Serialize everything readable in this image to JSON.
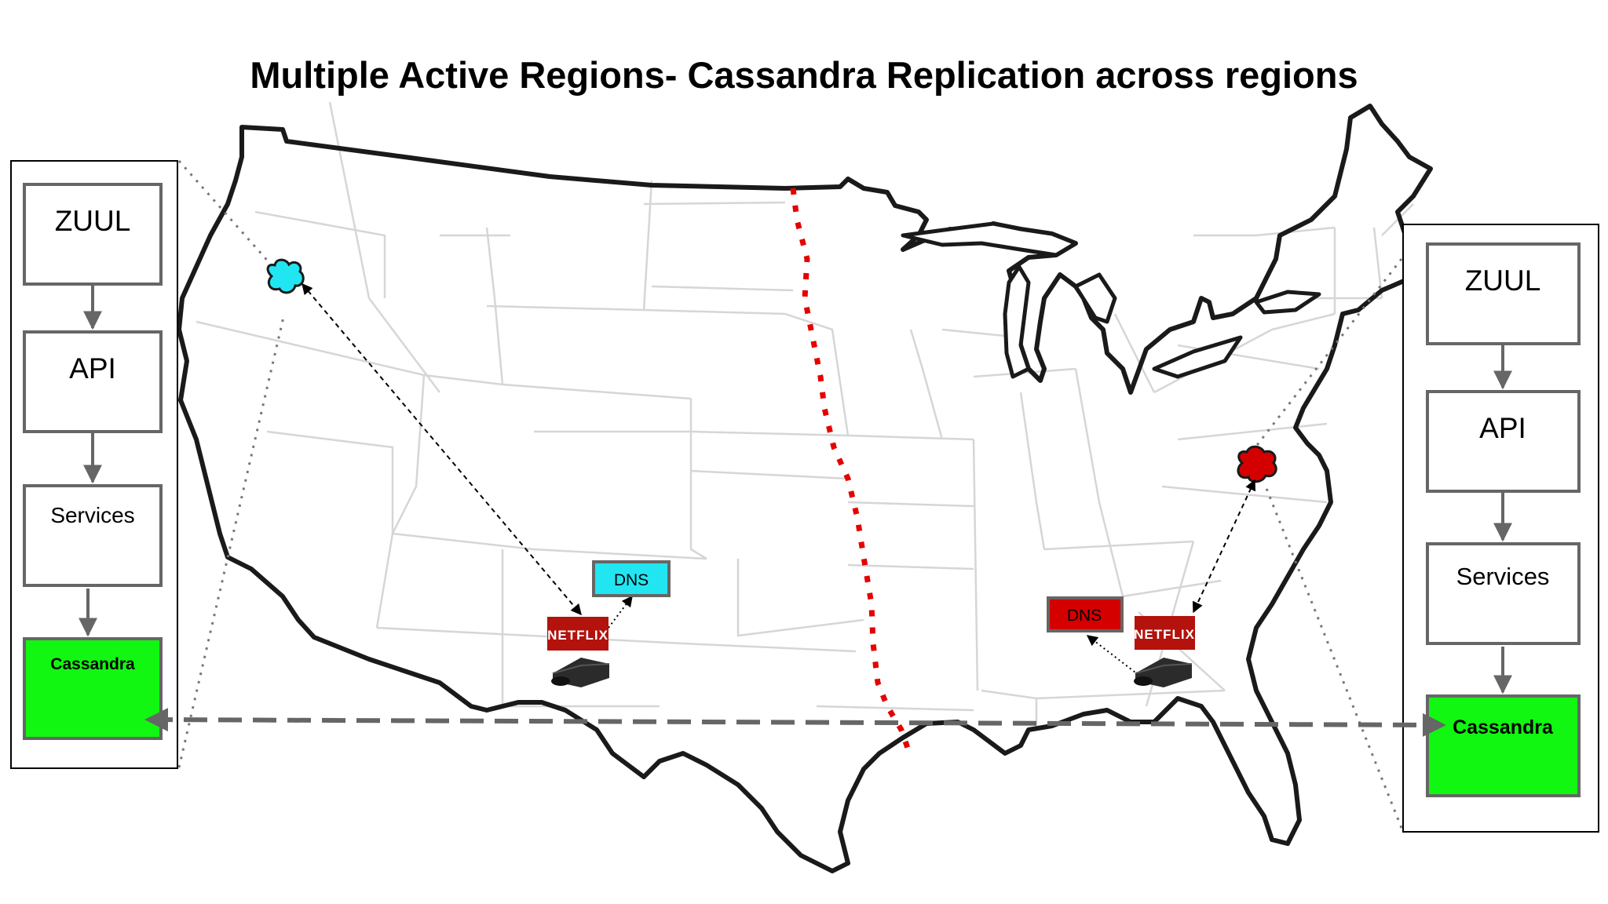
{
  "title": "Multiple Active Regions- Cassandra Replication across regions",
  "colors": {
    "west_region": "#21e6f2",
    "east_region": "#d40000",
    "cassandra_fill": "#11f711",
    "divider": "#e60000",
    "box_stroke": "#666666",
    "netflix_red": "#b3120d"
  },
  "left_stack": {
    "zuul": "ZUUL",
    "api": "API",
    "services": "Services",
    "cassandra": "Cassandra"
  },
  "right_stack": {
    "zuul": "ZUUL",
    "api": "API",
    "services": "Services",
    "cassandra": "Cassandra"
  },
  "west_client": {
    "dns": "DNS",
    "logo": "NETFLIX"
  },
  "east_client": {
    "dns": "DNS",
    "logo": "NETFLIX"
  }
}
